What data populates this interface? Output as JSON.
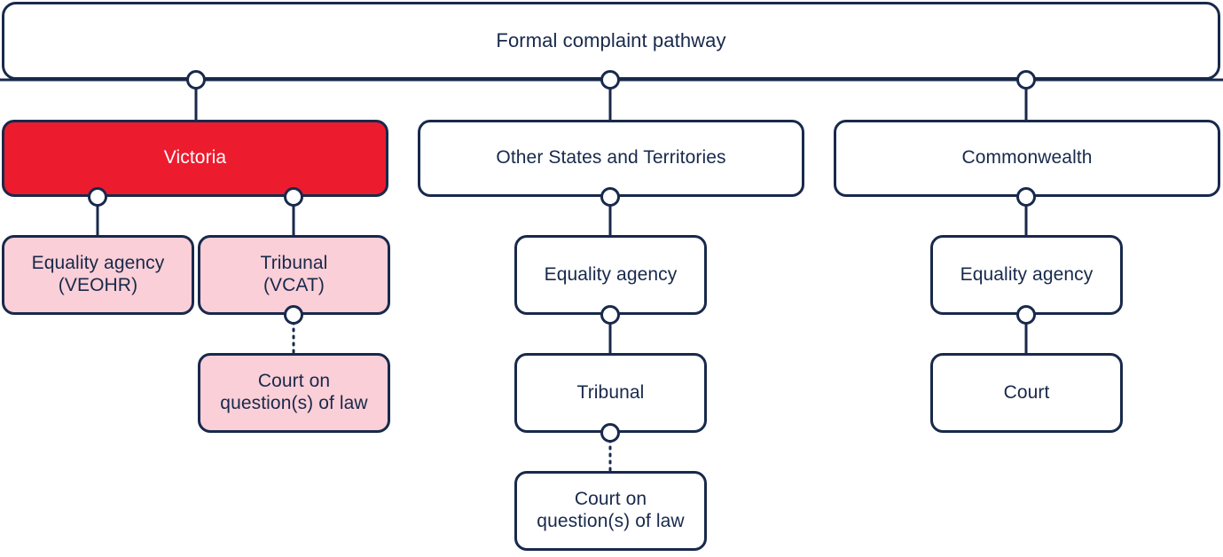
{
  "diagram": {
    "title": "Formal complaint pathway",
    "colors": {
      "navy": "#18294b",
      "red": "#ED1B2E",
      "pink": "#FACFD7",
      "white": "#FFFFFF"
    },
    "banner": {
      "label": "Formal complaint pathway"
    },
    "columns": [
      {
        "key": "victoria",
        "header": "Victoria",
        "highlighted": true,
        "nodes": [
          {
            "key": "vic-equality-agency",
            "label": "Equality agency\n(VEOHR)",
            "style": "pink"
          },
          {
            "key": "vic-tribunal",
            "label": "Tribunal\n(VCAT)",
            "style": "pink"
          },
          {
            "key": "vic-court",
            "label": "Court on\nquestion(s) of law",
            "style": "pink"
          }
        ]
      },
      {
        "key": "other-states",
        "header": "Other States and Territories",
        "highlighted": false,
        "nodes": [
          {
            "key": "other-equality-agency",
            "label": "Equality agency",
            "style": "white"
          },
          {
            "key": "other-tribunal",
            "label": "Tribunal",
            "style": "white"
          },
          {
            "key": "other-court",
            "label": "Court on\nquestion(s) of law",
            "style": "white"
          }
        ]
      },
      {
        "key": "commonwealth",
        "header": "Commonwealth",
        "highlighted": false,
        "nodes": [
          {
            "key": "cth-equality-agency",
            "label": "Equality agency",
            "style": "white"
          },
          {
            "key": "cth-court",
            "label": "Court",
            "style": "white"
          }
        ]
      }
    ],
    "connector_count": 9,
    "dotted_links": 2
  }
}
